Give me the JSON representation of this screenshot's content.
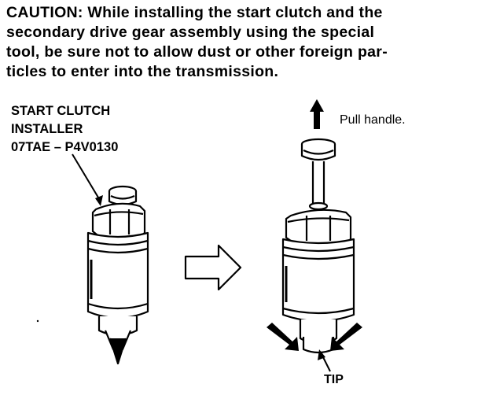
{
  "caution": {
    "lines": [
      "CAUTION: While installing the start clutch and the",
      "secondary drive gear assembly using the special",
      "tool, be sure not to allow dust or other foreign par-",
      "ticles to enter into the transmission."
    ]
  },
  "figure": {
    "installer_label": [
      "START CLUTCH",
      "INSTALLER",
      "07TAE – P4V0130"
    ],
    "pull_handle_label": "Pull handle.",
    "tip_label": "TIP"
  }
}
